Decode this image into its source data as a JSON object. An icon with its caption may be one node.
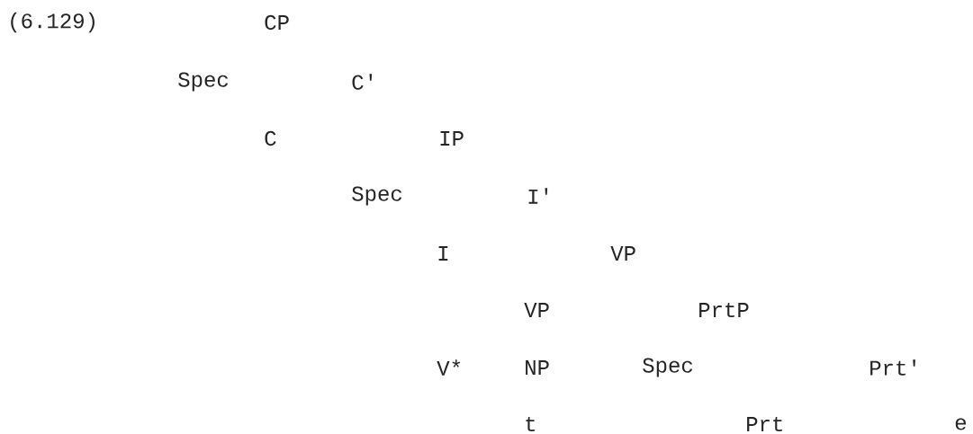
{
  "diagram": {
    "labels": [
      "(6.129)",
      "CP",
      "Spec",
      "C'",
      "C",
      "IP",
      "Spec",
      "I'",
      "I",
      "VP",
      "VP",
      "PrtP",
      "V*",
      "NP",
      "Spec",
      "Prt'",
      "t",
      "Prt",
      "e"
    ]
  }
}
